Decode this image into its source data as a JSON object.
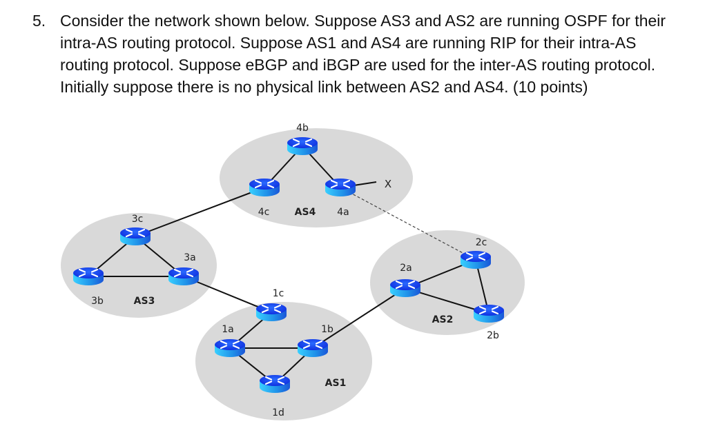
{
  "question": {
    "number": "5.",
    "lines": [
      "Consider the network shown below. Suppose AS3 and AS2 are running OSPF for their",
      "intra-AS routing protocol. Suppose AS1 and AS4 are running RIP for their intra-AS",
      "routing protocol. Suppose eBGP and iBGP are used for the inter-AS routing protocol.",
      "Initially suppose there is no physical link between AS2 and AS4. (10 points)"
    ]
  },
  "diagram": {
    "colors": {
      "as_region": "#d9d9d9",
      "router_top": "#1a3cff",
      "router_side": "#27b8f0",
      "link": "#111111"
    },
    "autonomous_systems": [
      {
        "id": "AS4",
        "label": "AS4"
      },
      {
        "id": "AS3",
        "label": "AS3"
      },
      {
        "id": "AS1",
        "label": "AS1"
      },
      {
        "id": "AS2",
        "label": "AS2"
      }
    ],
    "routers": [
      {
        "id": "4b",
        "label": "4b"
      },
      {
        "id": "4c",
        "label": "4c"
      },
      {
        "id": "4a",
        "label": "4a"
      },
      {
        "id": "3c",
        "label": "3c"
      },
      {
        "id": "3a",
        "label": "3a"
      },
      {
        "id": "3b",
        "label": "3b"
      },
      {
        "id": "1c",
        "label": "1c"
      },
      {
        "id": "1a",
        "label": "1a"
      },
      {
        "id": "1b",
        "label": "1b"
      },
      {
        "id": "1d",
        "label": "1d"
      },
      {
        "id": "2a",
        "label": "2a"
      },
      {
        "id": "2c",
        "label": "2c"
      },
      {
        "id": "2b",
        "label": "2b"
      }
    ],
    "links": [
      {
        "from": "4b",
        "to": "4c",
        "style": "solid"
      },
      {
        "from": "4b",
        "to": "4a",
        "style": "solid"
      },
      {
        "from": "4c",
        "to": "3c",
        "style": "solid"
      },
      {
        "from": "3c",
        "to": "3a",
        "style": "solid"
      },
      {
        "from": "3c",
        "to": "3b",
        "style": "solid"
      },
      {
        "from": "3b",
        "to": "3a",
        "style": "solid"
      },
      {
        "from": "3a",
        "to": "1c",
        "style": "solid"
      },
      {
        "from": "1c",
        "to": "1a",
        "style": "solid"
      },
      {
        "from": "1a",
        "to": "1b",
        "style": "solid"
      },
      {
        "from": "1a",
        "to": "1d",
        "style": "solid"
      },
      {
        "from": "1d",
        "to": "1b",
        "style": "solid"
      },
      {
        "from": "1b",
        "to": "2a",
        "style": "solid"
      },
      {
        "from": "2a",
        "to": "2c",
        "style": "solid"
      },
      {
        "from": "2a",
        "to": "2b",
        "style": "solid"
      },
      {
        "from": "2c",
        "to": "2b",
        "style": "solid"
      },
      {
        "from": "4a",
        "to": "2c",
        "style": "dashed"
      },
      {
        "from": "4a",
        "to": "X",
        "style": "solid"
      }
    ],
    "external_destination": "X"
  }
}
